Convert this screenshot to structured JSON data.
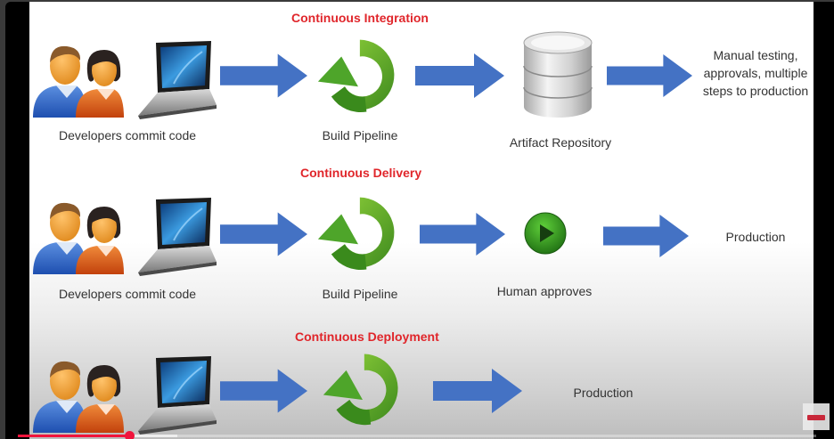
{
  "video": {
    "progress_fraction": 0.14,
    "buffered_fraction": 0.2,
    "played_color": "#f0143c"
  },
  "colors": {
    "section_title": "#e0262b",
    "arrow": "#4472c4",
    "pipeline_green": "#4ea52a",
    "label_text": "#333333"
  },
  "sections": [
    {
      "title": "Continuous Integration",
      "steps": [
        {
          "icon": "developers-laptop-icon",
          "label": "Developers commit code"
        },
        {
          "icon": "build-pipeline-icon",
          "label": "Build Pipeline"
        },
        {
          "icon": "database-icon",
          "label": "Artifact Repository"
        },
        {
          "icon": "none",
          "label": "Manual testing, approvals, multiple steps to production"
        }
      ]
    },
    {
      "title": "Continuous Delivery",
      "steps": [
        {
          "icon": "developers-laptop-icon",
          "label": "Developers commit code"
        },
        {
          "icon": "build-pipeline-icon",
          "label": "Build Pipeline"
        },
        {
          "icon": "play-button-icon",
          "label": "Human approves"
        },
        {
          "icon": "none",
          "label": "Production"
        }
      ]
    },
    {
      "title": "Continuous Deployment",
      "steps": [
        {
          "icon": "developers-laptop-icon",
          "label": ""
        },
        {
          "icon": "build-pipeline-icon",
          "label": ""
        },
        {
          "icon": "none",
          "label": "Production"
        }
      ]
    }
  ],
  "watermark": {
    "icon": "channel-logo-icon"
  }
}
